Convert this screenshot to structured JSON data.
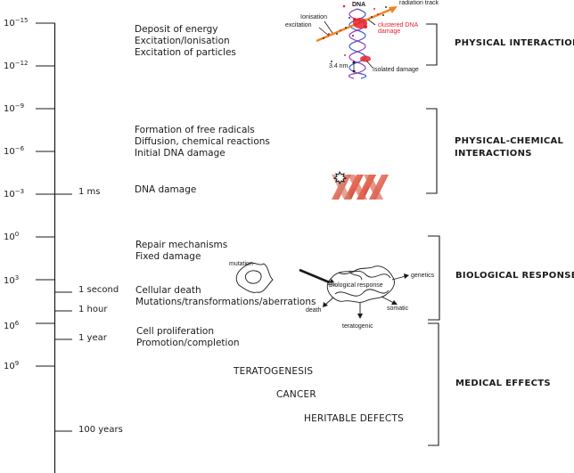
{
  "axis": {
    "ticks": [
      {
        "base": "10",
        "exp": "−15"
      },
      {
        "base": "10",
        "exp": "−12"
      },
      {
        "base": "10",
        "exp": "−9"
      },
      {
        "base": "10",
        "exp": "−6"
      },
      {
        "base": "10",
        "exp": "−3"
      },
      {
        "base": "10",
        "exp": "0"
      },
      {
        "base": "10",
        "exp": "3"
      },
      {
        "base": "10",
        "exp": "6"
      },
      {
        "base": "10",
        "exp": "9"
      }
    ],
    "markers": [
      "1 ms",
      "1 second",
      "1 hour",
      "1 year",
      "100 years"
    ]
  },
  "descriptions": {
    "physical": [
      "Deposit of energy",
      "Excitation/Ionisation",
      "Excitation of particles"
    ],
    "chemical": [
      "Formation of free radicals",
      "Diffusion, chemical reactions",
      "Initial DNA damage"
    ],
    "dna_damage": "DNA damage",
    "repair": [
      "Repair mechanisms",
      "Fixed damage"
    ],
    "cellular": [
      "Cellular death",
      "Mutations/transformations/aberrations"
    ],
    "proliferation": [
      "Cell proliferation",
      "Promotion/completion"
    ]
  },
  "effects": [
    "TERATOGENESIS",
    "CANCER",
    "HERITABLE DEFECTS"
  ],
  "phases": [
    {
      "label": "PHYSICAL INTERACTIONS"
    },
    {
      "label_line1": "PHYSICAL-CHEMICAL",
      "label_line2": "INTERACTIONS"
    },
    {
      "label": "BIOLOGICAL RESPONSE"
    },
    {
      "label": "MEDICAL EFFECTS"
    }
  ],
  "dna_illustration": {
    "dna": "DNA",
    "radiation_track": "radiation track",
    "ionisation": "Ionisation",
    "excitation": "excitation",
    "clustered_1": "clustered DNA",
    "clustered_2": "damage",
    "spacing": "3.4 nm",
    "isolated": "Isolated damage"
  },
  "bio_illustration": {
    "mutation": "mutation",
    "center": "Biological response",
    "genetics": "genetics",
    "death": "death",
    "somatic": "somatic",
    "teratogenic": "teratogenic"
  },
  "colors": {
    "axis": "#1a1a1a",
    "track": "#f58220",
    "damage_red": "#e8232c",
    "dna_blue": "#3a5fcd",
    "dna_purple": "#9b3fb5",
    "helix_red": "#e0624f"
  }
}
